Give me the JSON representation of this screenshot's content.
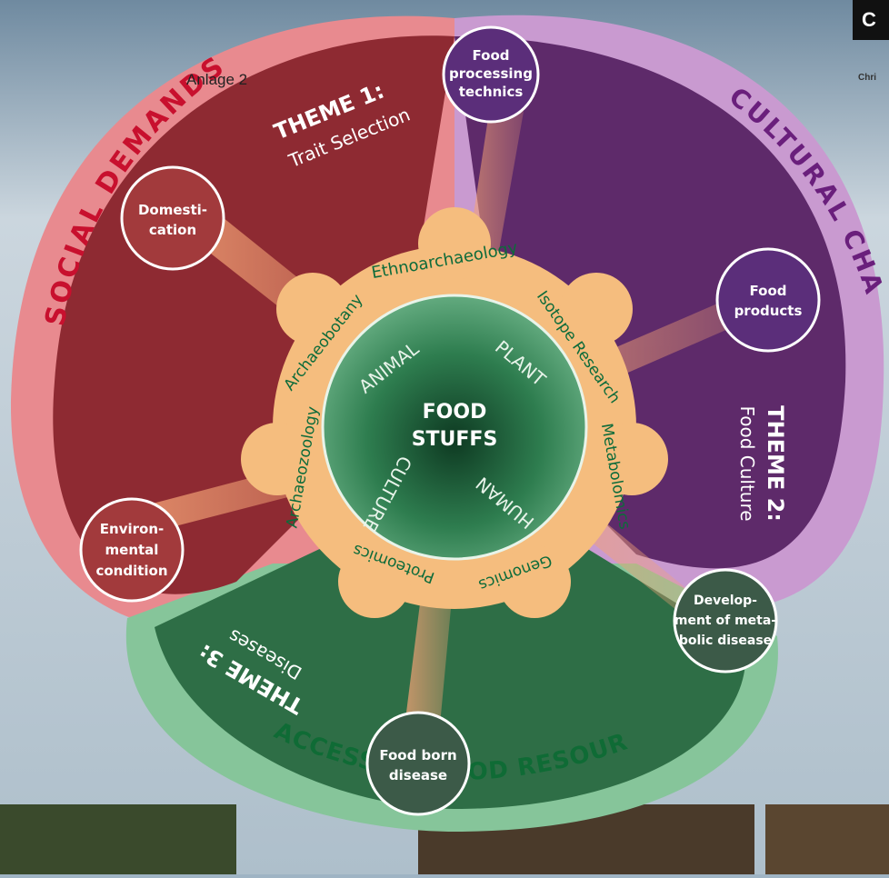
{
  "annotation": "Anlage 2",
  "corner": {
    "logo_letter": "C",
    "caption": "Chri"
  },
  "ring": {
    "social": "SOCIAL DEMANDS",
    "cultural": "CULTURAL CHANGE",
    "access": "ACCESS TO FOOD RESOURCES"
  },
  "themes": {
    "t1": {
      "title": "THEME 1:",
      "sub": "Trait Selection"
    },
    "t2": {
      "title": "THEME 2:",
      "sub": "Food Culture"
    },
    "t3": {
      "title": "THEME 3:",
      "sub": "Diseases"
    }
  },
  "topics": [
    {
      "l1": "Food",
      "l2": "processing",
      "l3": "technics"
    },
    {
      "l1": "Domesti-",
      "l2": "cation",
      "l3": ""
    },
    {
      "l1": "Food",
      "l2": "products",
      "l3": ""
    },
    {
      "l1": "Environ-",
      "l2": "mental",
      "l3": "condition"
    },
    {
      "l1": "Develop-",
      "l2": "ment of meta-",
      "l3": "bolic disease"
    },
    {
      "l1": "Food born",
      "l2": "disease",
      "l3": ""
    }
  ],
  "methods": [
    "Ethnoarchaeology",
    "Isotope Research",
    "Metabolomics",
    "Genomics",
    "Proteomics",
    "Archaeozoology",
    "Archaeobotany"
  ],
  "inner": [
    "ANIMAL",
    "PLANT",
    "HUMAN",
    "CULTURE"
  ],
  "center": {
    "l1": "FOOD",
    "l2": "STUFFS"
  },
  "colors": {
    "social": "#e88a8f",
    "cultural": "#c99ad0",
    "access": "#86c59a",
    "theme1": "#8e2a32",
    "theme2": "#5e2a6a",
    "theme3": "#2e6e46",
    "flower": "#f5bd7e"
  }
}
